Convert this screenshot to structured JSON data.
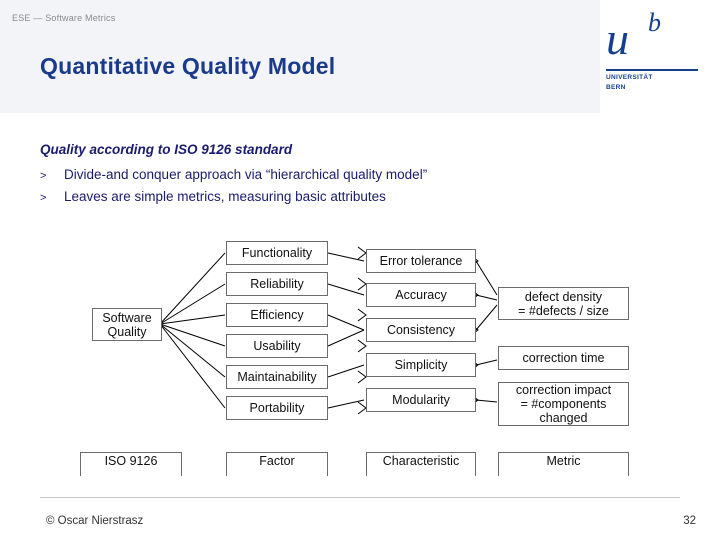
{
  "header": {
    "breadcrumb": "ESE — Software Metrics",
    "title": "Quantitative Quality Model",
    "logo": {
      "u": "u",
      "b": "b",
      "line1": "UNIVERSITÄT",
      "line2": "BERN"
    }
  },
  "content": {
    "lead": "Quality according to ISO 9126 standard",
    "bullets": [
      {
        "marker": ">",
        "text": "Divide-and conquer approach via “hierarchical quality model”"
      },
      {
        "marker": ">",
        "text": "Leaves are simple metrics, measuring basic attributes"
      }
    ]
  },
  "diagram": {
    "root": "Software\nQuality",
    "factors": [
      "Functionality",
      "Reliability",
      "Efficiency",
      "Usability",
      "Maintainability",
      "Portability"
    ],
    "characteristics": [
      "Error tolerance",
      "Accuracy",
      "Consistency",
      "Simplicity",
      "Modularity"
    ],
    "metrics": [
      "defect density\n= #defects / size",
      "correction time",
      "correction impact\n= #components\nchanged"
    ],
    "layer_labels": [
      "ISO 9126",
      "Factor",
      "Characteristic",
      "Metric"
    ]
  },
  "footer": {
    "copyright": "© Oscar Nierstrasz",
    "page_number": "32"
  }
}
